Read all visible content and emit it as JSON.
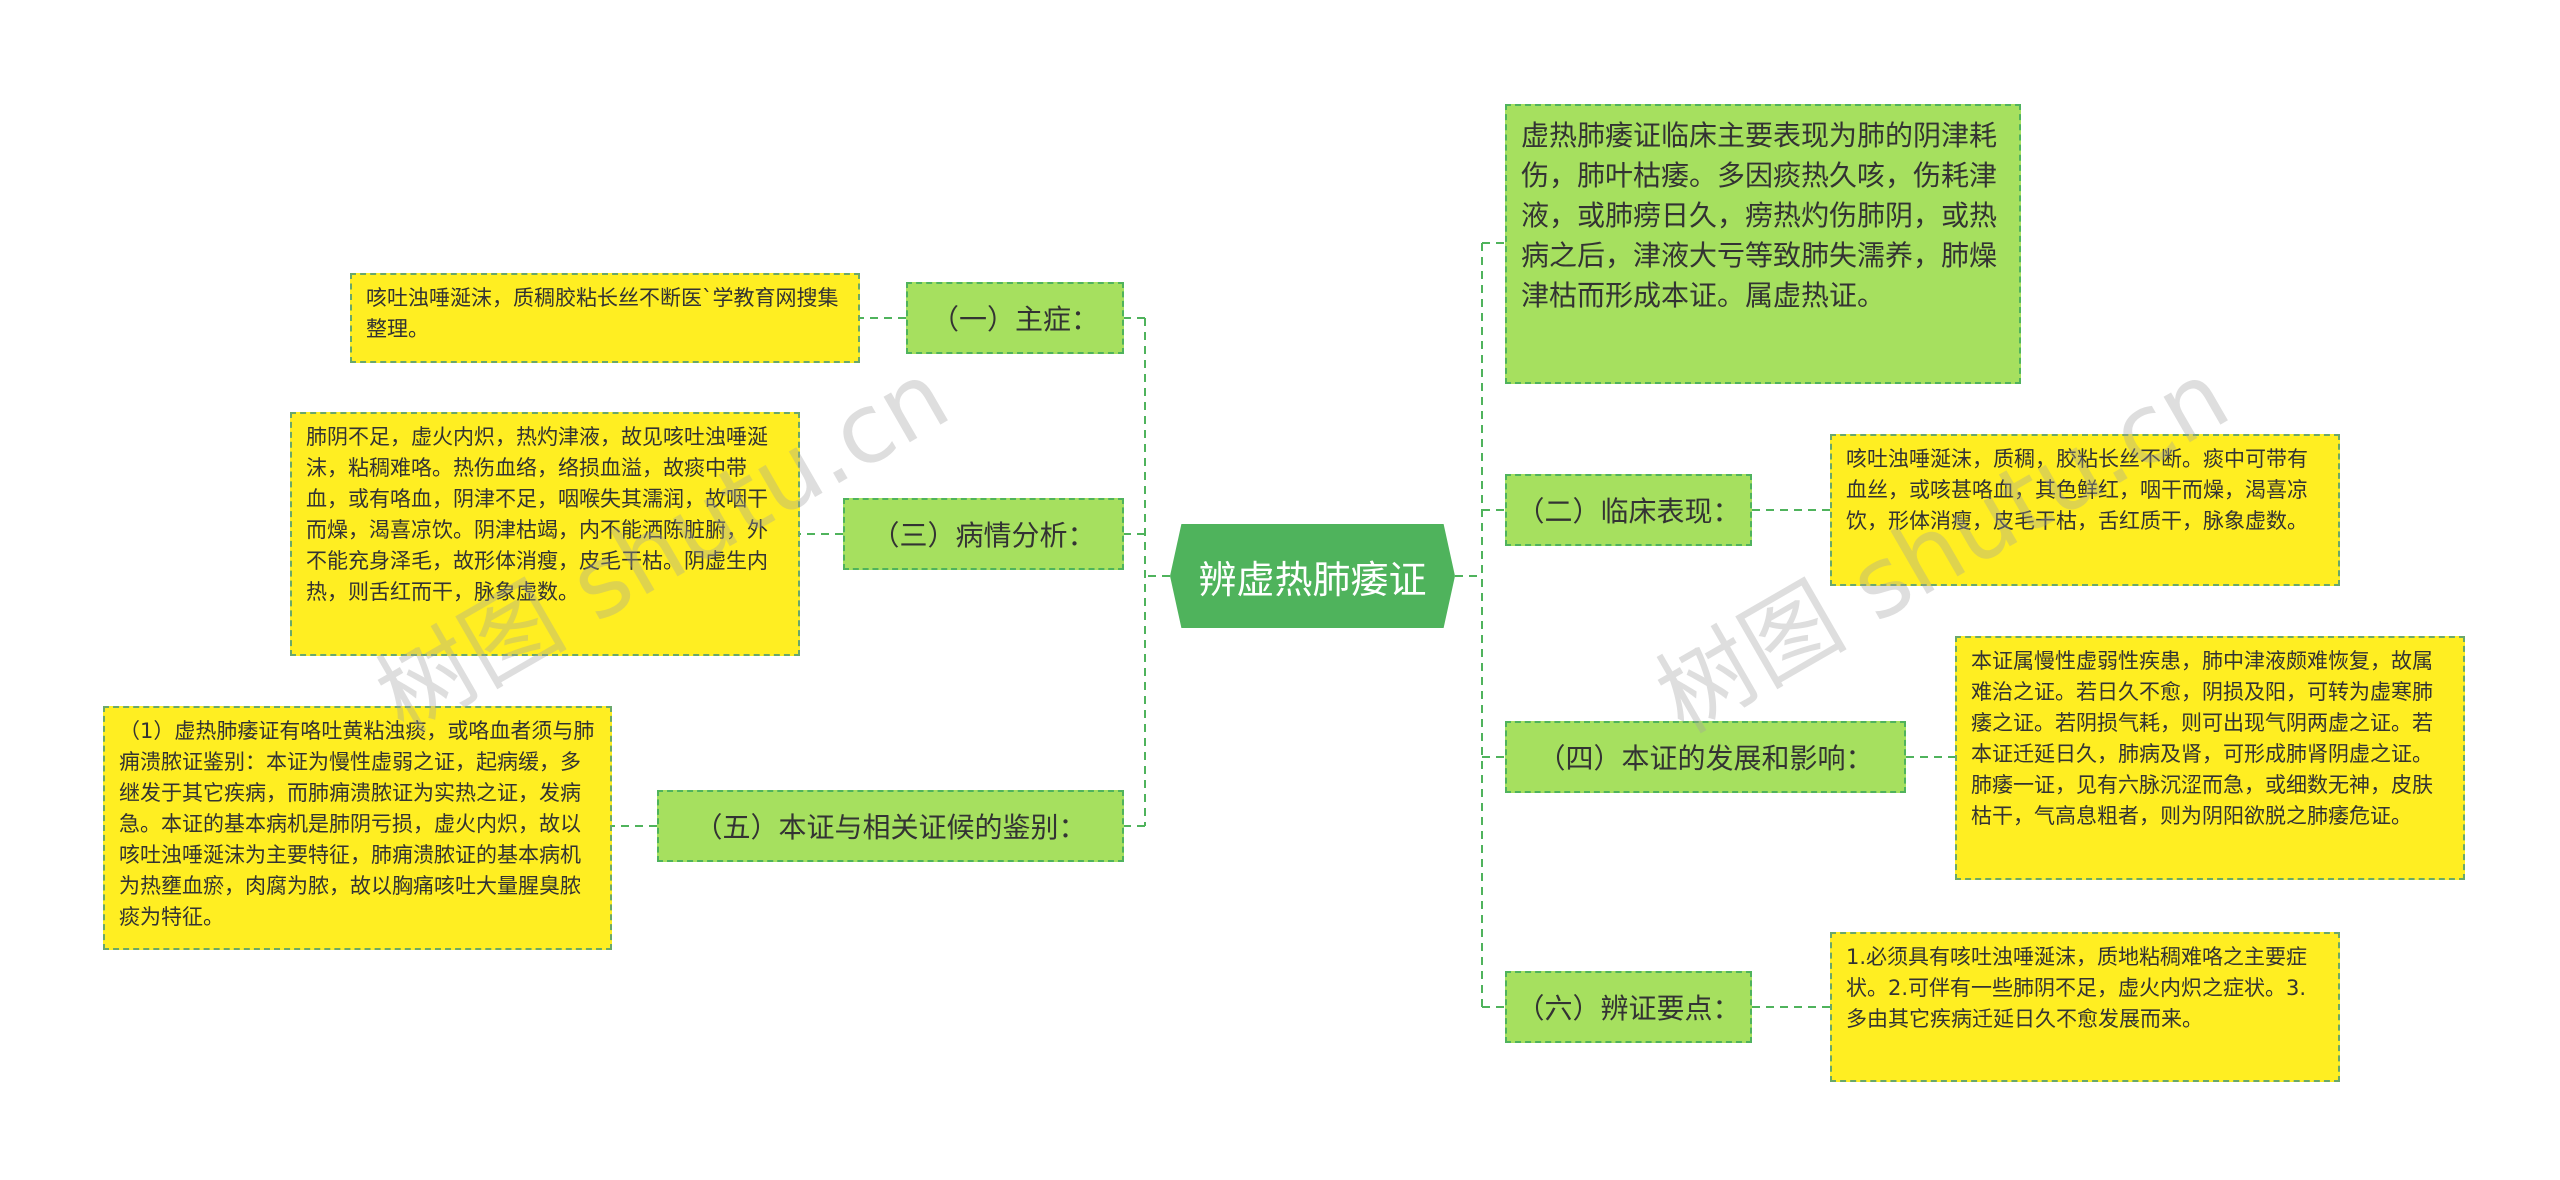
{
  "root": {
    "title": "辨虚热肺痿证"
  },
  "branches": {
    "b1": {
      "label": "（一）主症：",
      "leaf": "咳吐浊唾涎沫，质稠胶粘长丝不断医`学教育网搜集整理。"
    },
    "b3": {
      "label": "（三）病情分析：",
      "leaf": "肺阴不足，虚火内炽，热灼津液，故见咳吐浊唾涎沫，粘稠难咯。热伤血络，络损血溢，故痰中带血，或有咯血，阴津不足，咽喉失其濡润，故咽干而燥，渴喜凉饮。阴津枯竭，内不能洒陈脏腑，外不能充身泽毛，故形体消瘦，皮毛干枯。阴虚生内热，则舌红而干，脉象虚数。"
    },
    "b5": {
      "label": "（五）本证与相关证候的鉴别：",
      "leaf": "（1）虚热肺痿证有咯吐黄粘浊痰，或咯血者须与肺痈溃脓证鉴别：本证为慢性虚弱之证，起病缓，多继发于其它疾病，而肺痈溃脓证为实热之证，发病急。本证的基本病机是肺阴亏损，虚火内炽，故以咳吐浊唾涎沫为主要特征，肺痈溃脓证的基本病机为热壅血瘀，肉腐为脓，故以胸痛咳吐大量腥臭脓痰为特征。"
    },
    "intro": {
      "text": "虚热肺痿证临床主要表现为肺的阴津耗伤，肺叶枯痿。多因痰热久咳，伤耗津液，或肺痨日久，痨热灼伤肺阴，或热病之后，津液大亏等致肺失濡养，肺燥津枯而形成本证。属虚热证。"
    },
    "b2": {
      "label": "（二）临床表现：",
      "leaf": "咳吐浊唾涎沫，质稠，胶粘长丝不断。痰中可带有血丝，或咳甚咯血，其色鲜红，咽干而燥，渴喜凉饮，形体消瘦，皮毛干枯，舌红质干，脉象虚数。"
    },
    "b4": {
      "label": "（四）本证的发展和影响：",
      "leaf": "本证属慢性虚弱性疾患，肺中津液颇难恢复，故属难治之证。若日久不愈，阴损及阳，可转为虚寒肺痿之证。若阴损气耗，则可出现气阴两虚之证。若本证迁延日久，肺病及肾，可形成肺肾阴虚之证。肺痿一证，见有六脉沉涩而急，或细数无神，皮肤枯干，气高息粗者，则为阴阳欲脱之肺痿危证。"
    },
    "b6": {
      "label": "（六）辨证要点：",
      "leaf": "1.必须具有咳吐浊唾涎沫，质地粘稠难咯之主要症状。2.可伴有一些肺阴不足，虚火内炽之症状。3.多由其它疾病迁延日久不愈发展而来。"
    }
  },
  "watermarks": [
    "树图 shutu.cn",
    "树图 shutu.cn"
  ],
  "colors": {
    "root": "#4fb35c",
    "branch": "#a6e05f",
    "leaf": "#ffee22",
    "line": "#4fb35c"
  }
}
